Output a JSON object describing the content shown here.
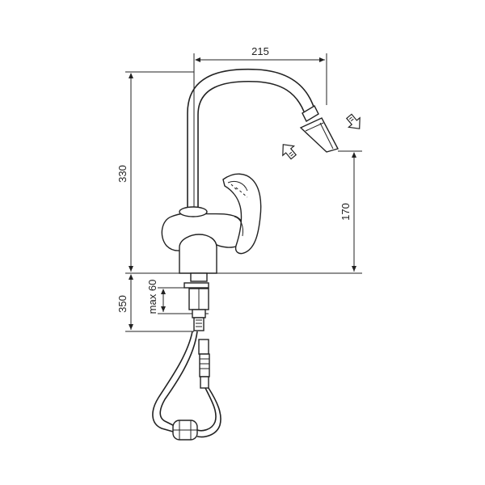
{
  "dimensions": {
    "spout_reach": "215",
    "total_height": "330",
    "outlet_height": "170",
    "hose_length": "350",
    "max_thickness": "max 60"
  },
  "icons": [
    "arrow-up-icon",
    "arrow-down-icon"
  ]
}
